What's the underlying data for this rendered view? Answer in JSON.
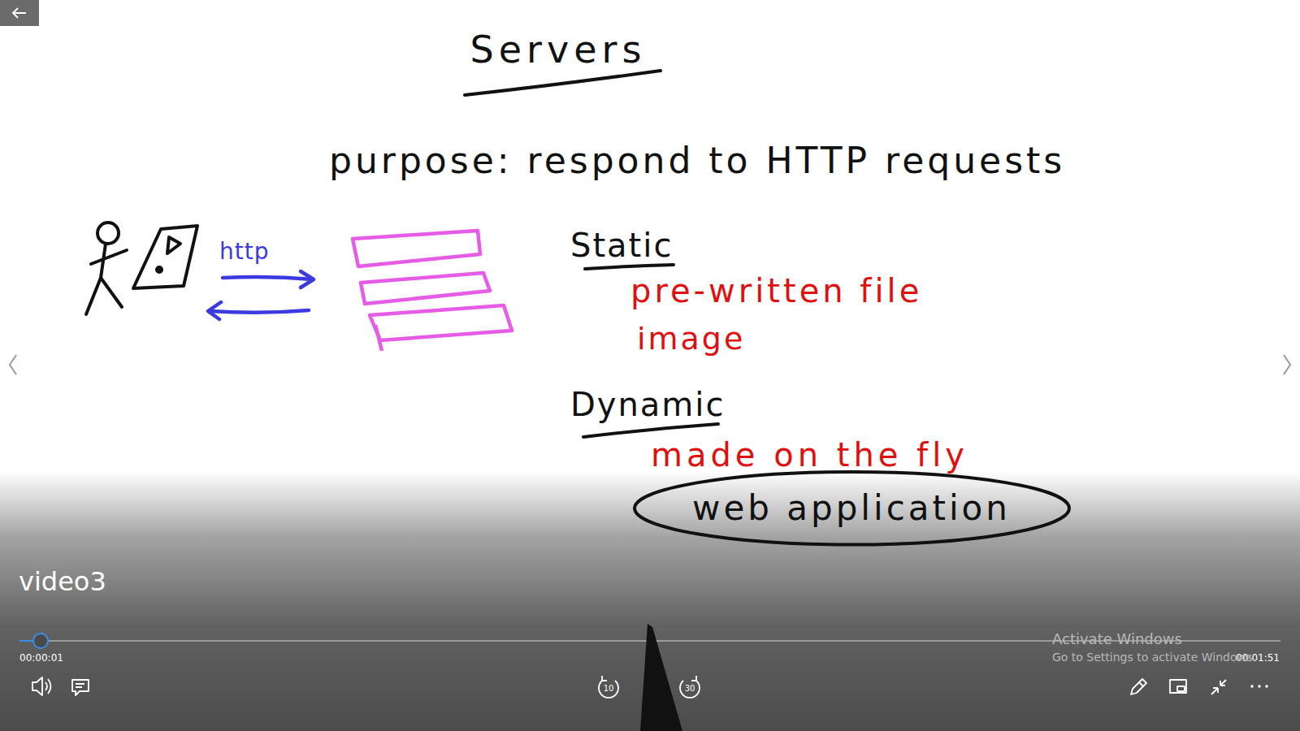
{
  "diagram": {
    "title": "Servers",
    "nodes": [
      {
        "text": [
          "web application"
        ]
      }
    ],
    "labels": [
      "purpose: respond to HTTP requests",
      "http",
      "Static",
      "pre-written file",
      "image",
      "Dynamic",
      "made on the fly",
      "video3",
      "00:00:01",
      "00:01:51",
      "Activate Windows",
      "Go to Settings to activate Windows.",
      "10",
      "30"
    ]
  }
}
